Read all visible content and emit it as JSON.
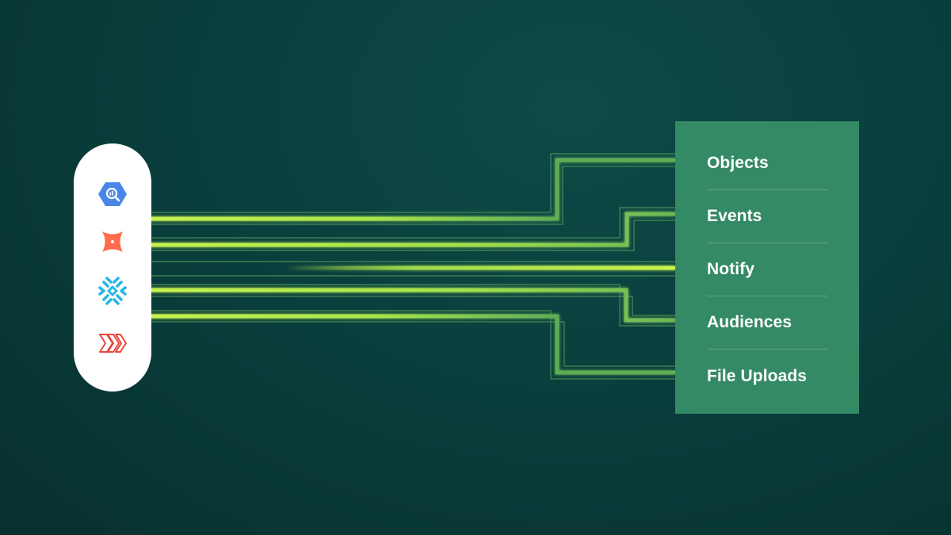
{
  "sources": [
    {
      "name": "BigQuery",
      "icon": "bigquery-icon",
      "color": "#4a86e8"
    },
    {
      "name": "dbt",
      "icon": "dbt-icon",
      "color": "#fe6c4b"
    },
    {
      "name": "Snowflake",
      "icon": "snowflake-icon",
      "color": "#29b5e8"
    },
    {
      "name": "Redshift",
      "icon": "redshift-icon",
      "color": "#e8473a"
    }
  ],
  "destinations": {
    "items": [
      {
        "label": "Objects"
      },
      {
        "label": "Events"
      },
      {
        "label": "Notify"
      },
      {
        "label": "Audiences"
      },
      {
        "label": "File Uploads"
      }
    ]
  },
  "colors": {
    "background": "#0a3f3d",
    "panel": "#358a66",
    "line_bright": "#b5ef4a",
    "line_dim": "#4f9a58"
  }
}
